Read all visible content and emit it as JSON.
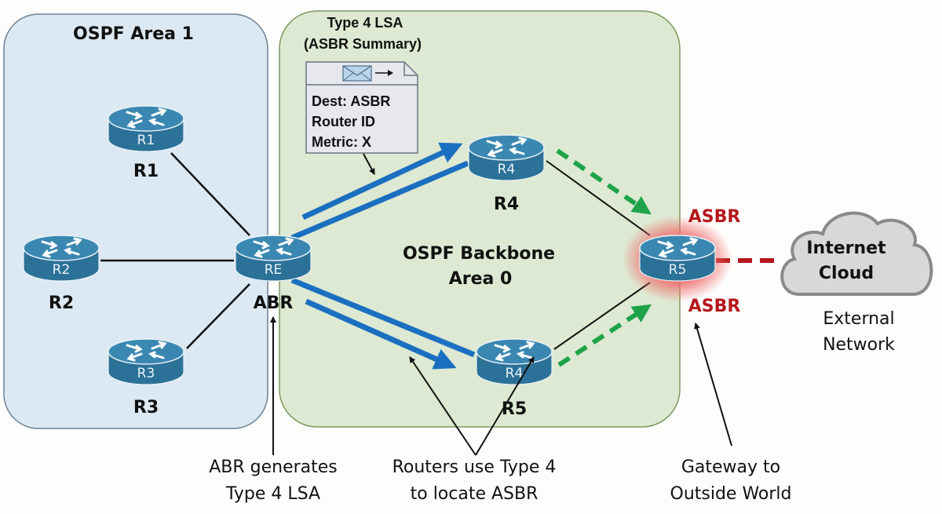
{
  "areas": {
    "area1": {
      "title": "OSPF Area 1",
      "fill": "#dce9f3",
      "stroke": "#6a8296"
    },
    "backbone": {
      "title_line1": "OSPF Backbone",
      "title_line2": "Area 0",
      "fill": "#dde9d2",
      "stroke": "#7d9a5f"
    }
  },
  "lsa_box": {
    "title_line1": "Type 4 LSA",
    "title_line2": "(ASBR Summary)",
    "lines": [
      "Dest: ASBR",
      "Router ID",
      "Metric: X"
    ],
    "icon": "envelope-arrow-icon"
  },
  "routers": [
    {
      "id": "r1",
      "icon_text": "R1",
      "label": "R1"
    },
    {
      "id": "r2",
      "icon_text": "R2",
      "label": "R2"
    },
    {
      "id": "r3",
      "icon_text": "R3",
      "label": "R3"
    },
    {
      "id": "abr",
      "icon_text": "RE",
      "label": "ABR"
    },
    {
      "id": "r4-top",
      "icon_text": "R4",
      "label": "R4"
    },
    {
      "id": "r4-bottom",
      "icon_text": "R4",
      "label": "R5"
    },
    {
      "id": "asbr",
      "icon_text": "R5",
      "label": ""
    }
  ],
  "asbr_labels": {
    "top": "ASBR",
    "bottom": "ASBR"
  },
  "cloud": {
    "line1": "Internet",
    "line2": "Cloud",
    "caption_line1": "External",
    "caption_line2": "Network"
  },
  "captions": {
    "abr": {
      "line1": "ABR generates",
      "line2": "Type 4 LSA"
    },
    "routers": {
      "line1": "Routers use Type 4",
      "line2": "to locate ASBR"
    },
    "gateway": {
      "line1": "Gateway to",
      "line2": "Outside World"
    }
  },
  "colors": {
    "router_body": "#2c7197",
    "router_top": "#3a88b1",
    "lsa_arrow": "#1b6fc0",
    "ext_arrow": "#1fa34a",
    "external_link": "#b5161b",
    "asbr_glow": "#f06a6a",
    "cloud_fill": "#d8d8d8",
    "cloud_stroke": "#8a8a8a"
  }
}
